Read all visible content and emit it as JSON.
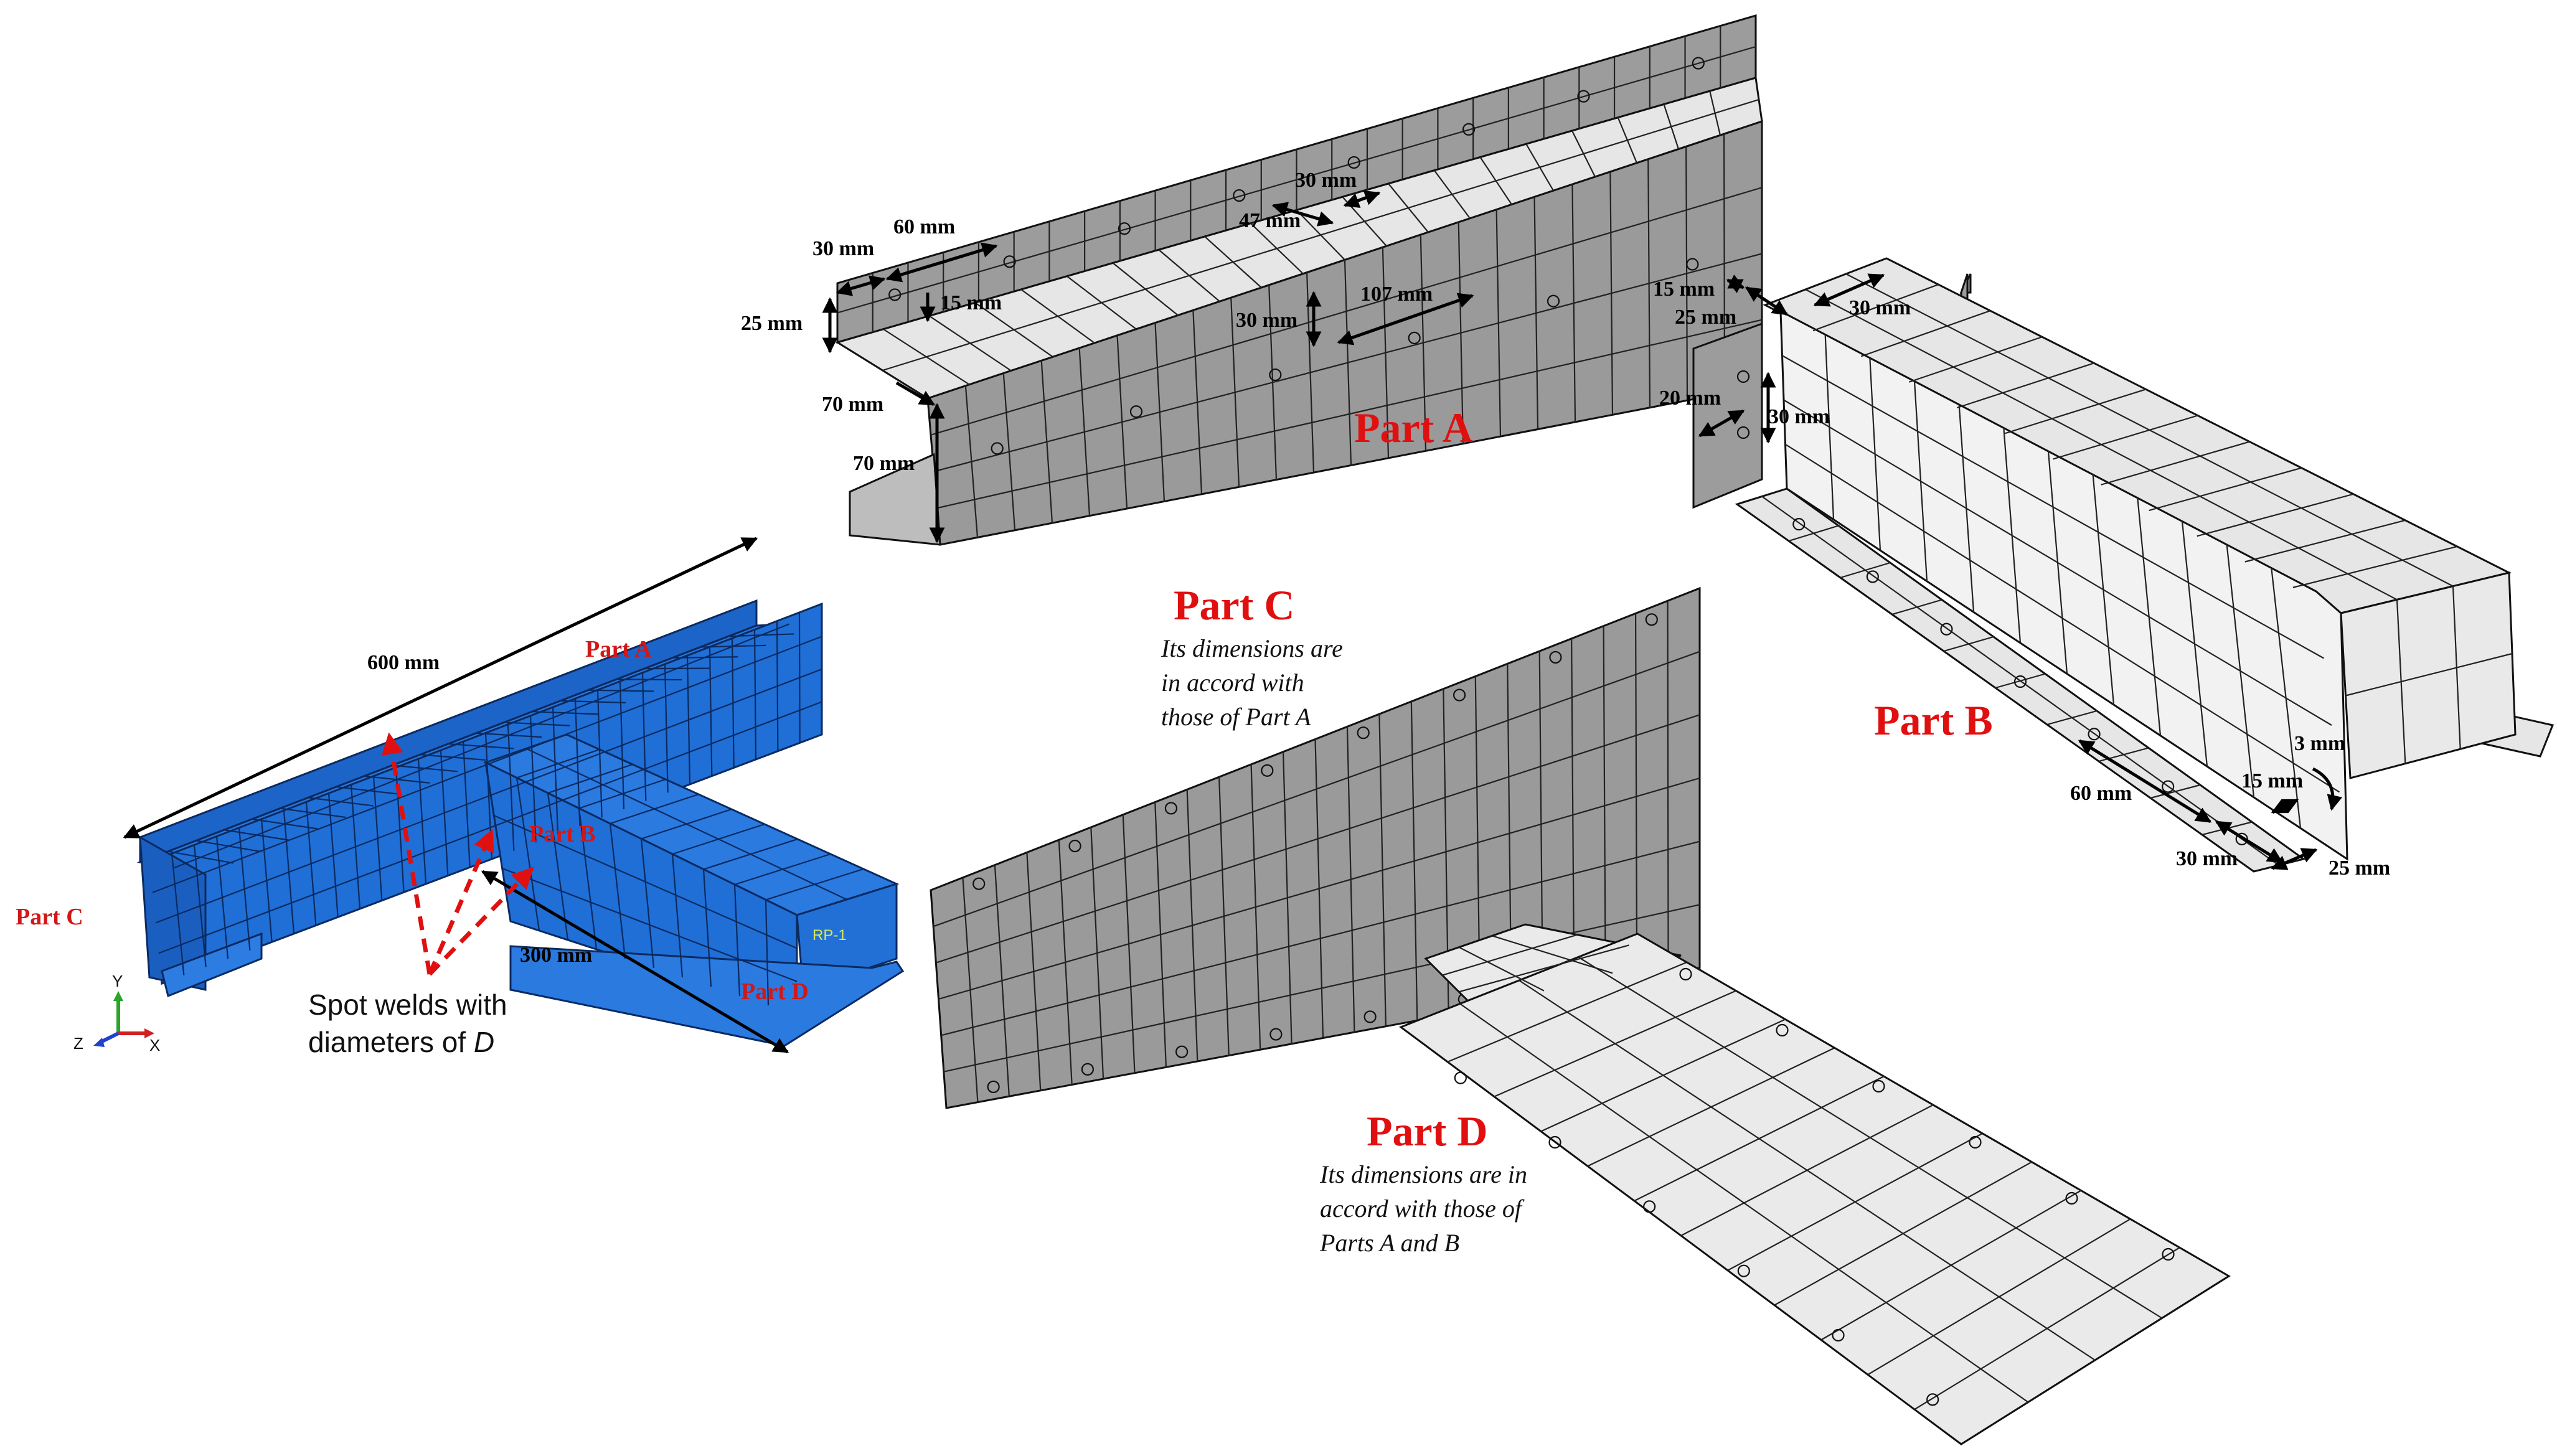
{
  "parts": {
    "a": {
      "title": "Part A",
      "dims": [
        "30 mm",
        "60 mm",
        "25 mm",
        "15 mm",
        "70 mm",
        "70 mm",
        "30 mm",
        "47 mm",
        "30 mm",
        "107 mm"
      ]
    },
    "b": {
      "title": "Part B",
      "dims": [
        "15 mm",
        "25 mm",
        "30 mm",
        "20 mm",
        "30 mm",
        "60 mm",
        "15 mm",
        "3 mm",
        "30 mm",
        "25 mm"
      ]
    },
    "c": {
      "title": "Part C",
      "note": [
        "Its dimensions are",
        "in accord with",
        "those of Part A"
      ]
    },
    "d": {
      "title": "Part D",
      "note": [
        "Its dimensions are in",
        "accord with those of",
        "Parts A and B"
      ]
    }
  },
  "assembly": {
    "length_a": "600 mm",
    "length_b": "300 mm",
    "label_a": "Part A",
    "label_b": "Part B",
    "label_c": "Part C",
    "label_d": "Part D",
    "rp_label": "RP-1",
    "spot_welds_line1": "Spot welds with",
    "spot_welds_line2": "diameters of ",
    "spot_welds_symbol": "D"
  },
  "axes": {
    "y": "Y",
    "z": "Z",
    "x": "X"
  },
  "colors": {
    "label_red": "#e01010",
    "assembly_blue": "#1f6fd6",
    "panel_grey": "#9a9a9a",
    "panel_light": "#e9e9e9"
  }
}
